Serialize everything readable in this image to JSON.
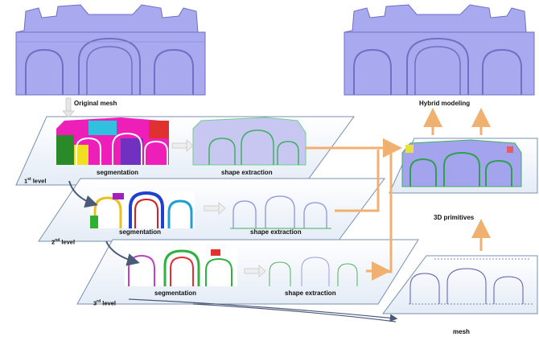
{
  "labels": {
    "original_mesh": "Original mesh",
    "hybrid_modeling": "Hybrid modeling",
    "primitives_3d": "3D primitives",
    "mesh": "mesh",
    "segmentation": "segmentation",
    "shape_extraction": "shape extraction"
  },
  "levels": [
    {
      "num": "1",
      "sup": "st",
      "word": "level"
    },
    {
      "num": "2",
      "sup": "nd",
      "word": "level"
    },
    {
      "num": "3",
      "sup": "rd",
      "word": "level"
    }
  ],
  "colors": {
    "mesh_fill": "#a9a9ef",
    "mesh_dark": "#6f6fc4",
    "plane_fill": "#f4f8fc",
    "plane_stroke": "#7890b0",
    "flow_arrow": "#f0b070",
    "grey_arrow": "#c8c8c8",
    "dark_arrow": "#4a5a78"
  }
}
